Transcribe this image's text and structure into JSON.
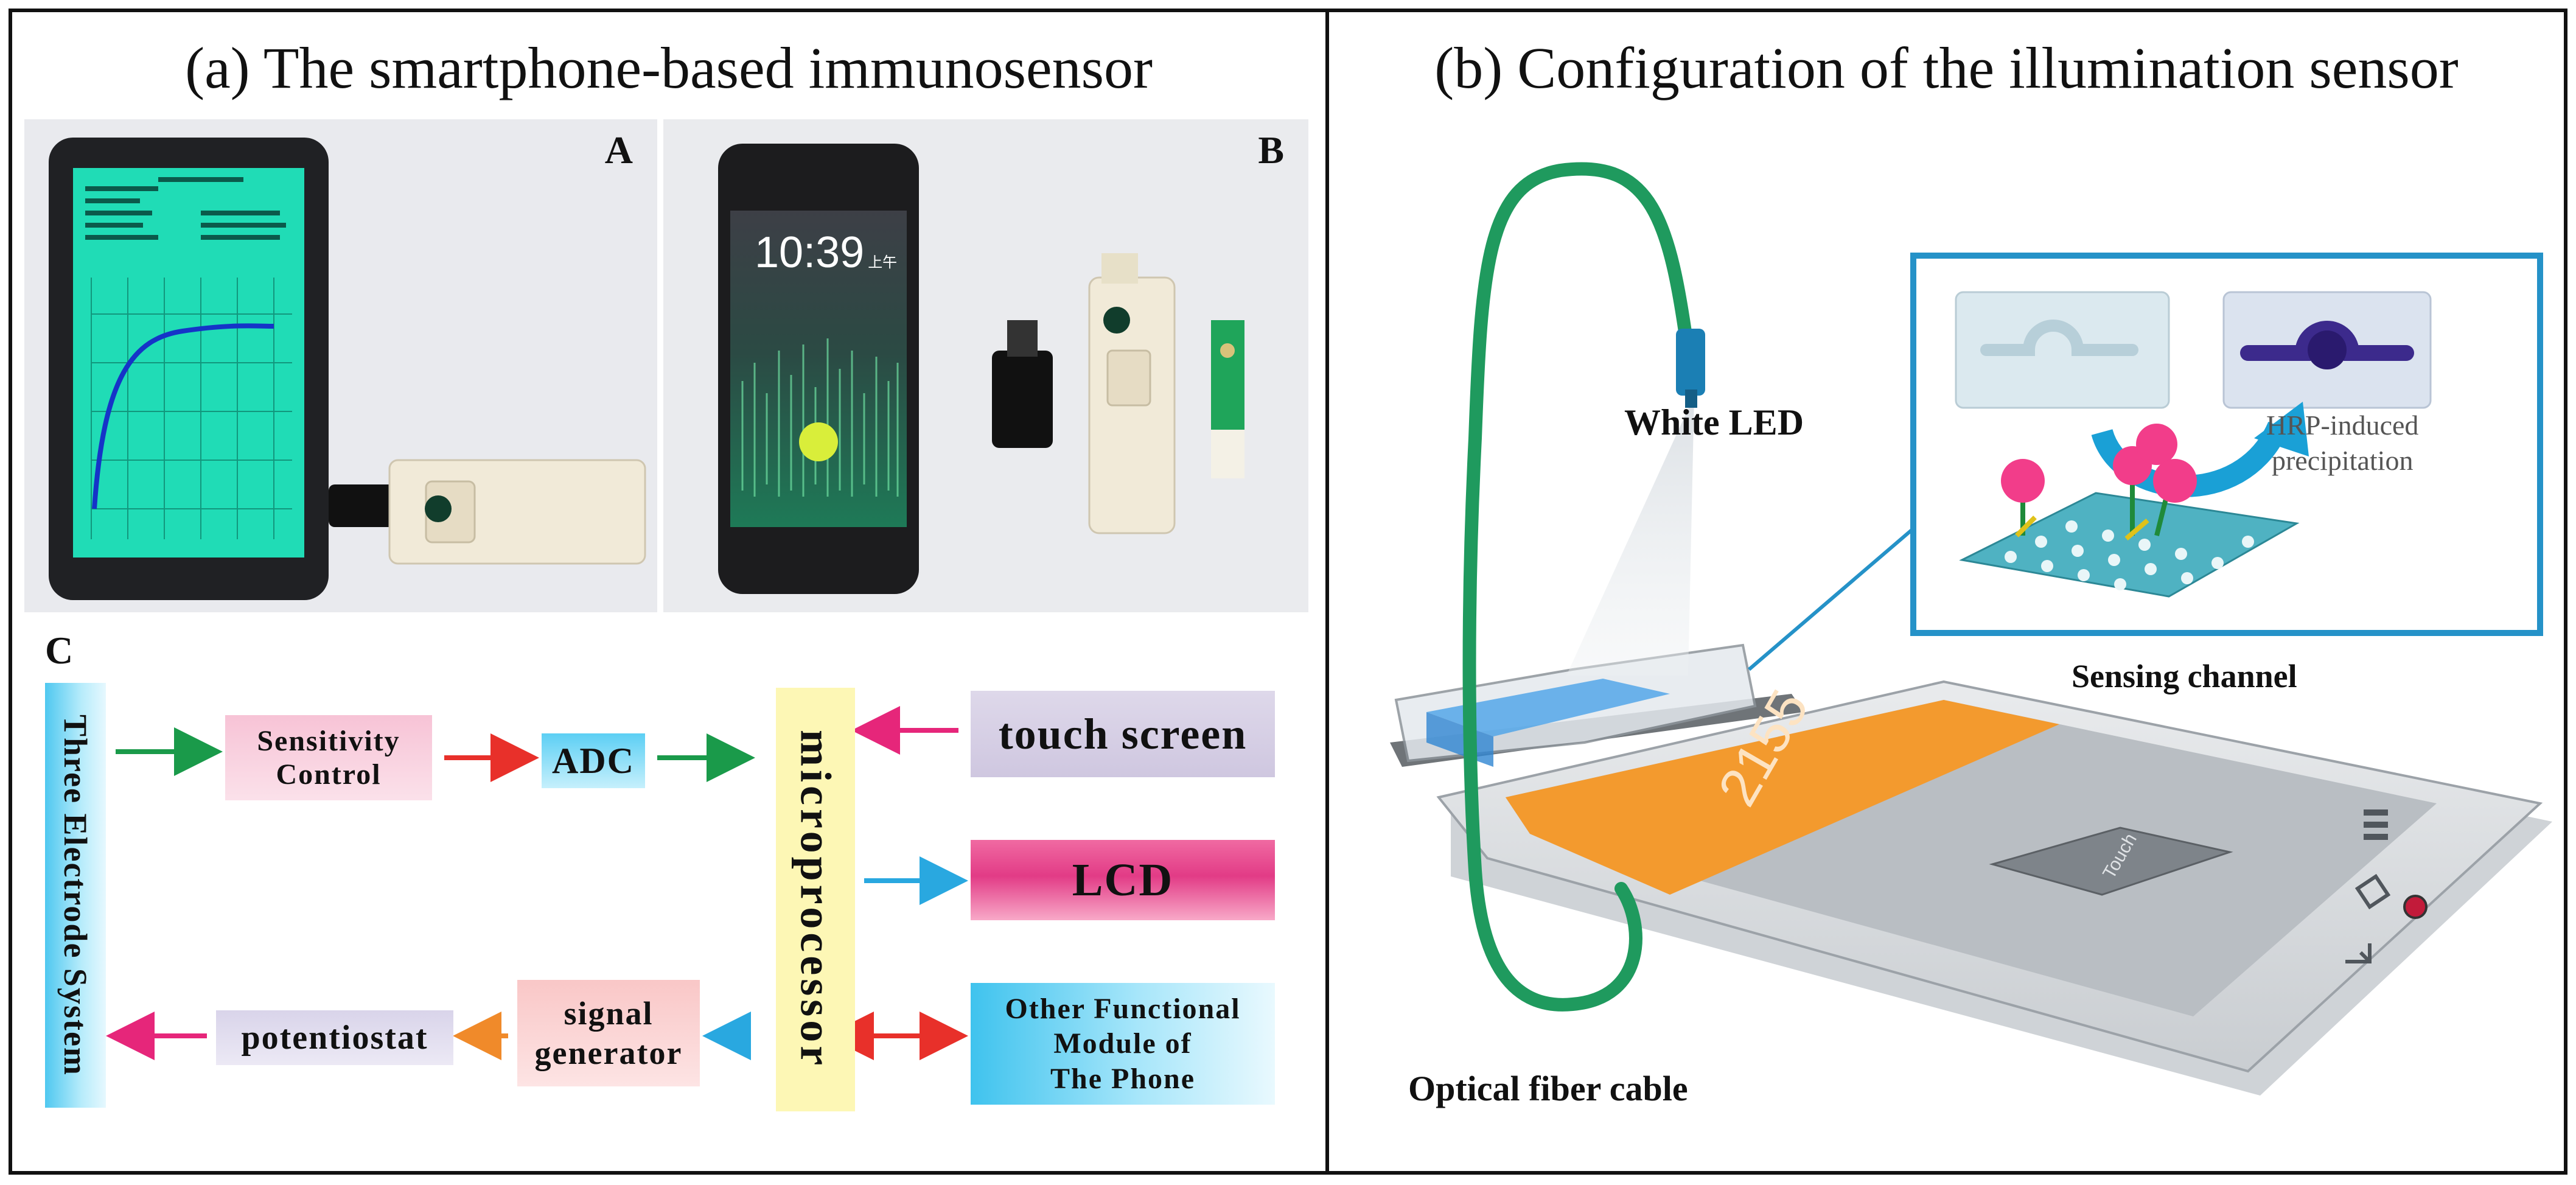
{
  "panel_a": {
    "title": "(a) The smartphone-based immunosensor",
    "photo_a_label": "A",
    "photo_b_label": "B",
    "photo_b_clock": "10:39",
    "photo_b_clock_suffix": "上午",
    "section_c_label": "C",
    "blocks": {
      "three_electrode": "Three Electrode System",
      "sensitivity_control_line1": "Sensitivity",
      "sensitivity_control_line2": "Control",
      "adc": "ADC",
      "microprocessor": "microprocessor",
      "touch_screen": "touch screen",
      "lcd": "LCD",
      "other_line1": "Other Functional",
      "other_line2": "Module of",
      "other_line3": "The Phone",
      "signal_generator_line1": "signal",
      "signal_generator_line2": "generator",
      "potentiostat": "potentiostat"
    }
  },
  "panel_b": {
    "title": "(b) Configuration of the illumination sensor",
    "white_led": "White LED",
    "hrp_line1": "HRP-induced",
    "hrp_line2": "precipitation",
    "sensing_channel": "Sensing channel",
    "optical_fiber": "Optical fiber cable",
    "screen_reading": "2155",
    "button_label": "Touch"
  },
  "colors": {
    "green_arrow": "#1a9a4a",
    "red_arrow": "#e8302a",
    "blue_arrow": "#29a8e0",
    "magenta_arrow": "#e6267a",
    "orange_arrow": "#f08a2a",
    "teal_screen": "#1fd4b3",
    "orange_screen": "#f39a2e",
    "fiber_green": "#1f9a5e"
  }
}
